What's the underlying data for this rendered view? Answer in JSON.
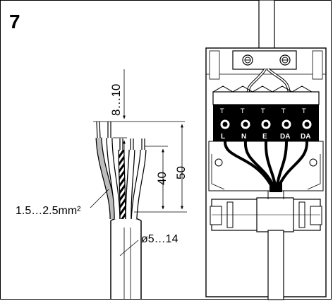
{
  "step_number": "7",
  "strip_length_label": "8…10",
  "dim_outer_label": "50",
  "dim_inner_label": "40",
  "conductor_label": "1.5…2.5mm²",
  "cable_diameter_label": "ø5…14",
  "terminal_labels": [
    "L",
    "N",
    "E",
    "DA",
    "DA"
  ]
}
